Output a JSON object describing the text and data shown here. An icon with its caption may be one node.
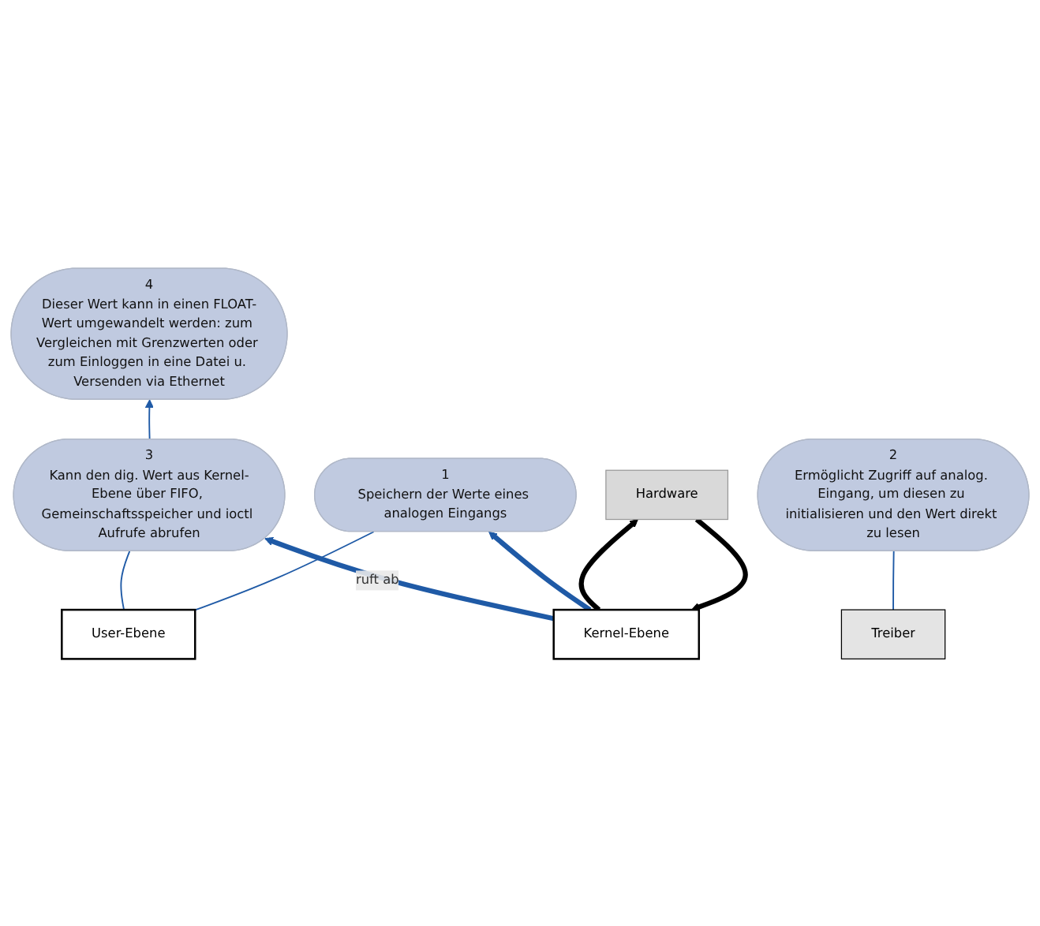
{
  "diagram": {
    "nodes": [
      {
        "text": [
          "4",
          "Dieser Wert kann in einen FLOAT-Wert umgewandelt werden: zum Vergleichen mit Grenzwerten oder zum Einloggen in eine Datei u. Versenden via Ethernet"
        ]
      },
      {
        "text": [
          "3",
          "Kann den dig. Wert aus Kernel-Ebene über FIFO, Gemeinschaftsspeicher und ioctl Aufrufe abrufen"
        ]
      },
      {
        "text": [
          "1",
          "Speichern der Werte eines analogen Eingangs"
        ]
      },
      {
        "text": [
          "User-Ebene"
        ]
      },
      {
        "text": [
          "Kernel-Ebene"
        ]
      },
      {
        "text": [
          "Treiber"
        ]
      },
      {
        "text": [
          "2",
          "Ermöglicht Zugriff auf analog. Eingang, um diesen zu initialisieren und den Wert direkt zu lesen"
        ]
      },
      {
        "text": [
          "Hardware"
        ]
      }
    ],
    "edges": [
      {
        "from": 1,
        "to": 0,
        "arrow": "to"
      },
      {
        "from": 3,
        "to": 1,
        "arrow": "none"
      },
      {
        "from": 3,
        "to": 2,
        "arrow": "none"
      },
      {
        "from": 5,
        "to": 6,
        "arrow": "none"
      },
      {
        "from": 4,
        "to": 1,
        "arrow": "to",
        "label": "ruft ab",
        "style": "thick"
      },
      {
        "from": 4,
        "to": 2,
        "arrow": "to",
        "style": "thick"
      },
      {
        "from": 7,
        "to": 4,
        "arrow": "to",
        "style": "thick",
        "color": "#000000"
      },
      {
        "from": 4,
        "to": 7,
        "arrow": "to",
        "style": "thick",
        "color": "#000000"
      }
    ]
  }
}
